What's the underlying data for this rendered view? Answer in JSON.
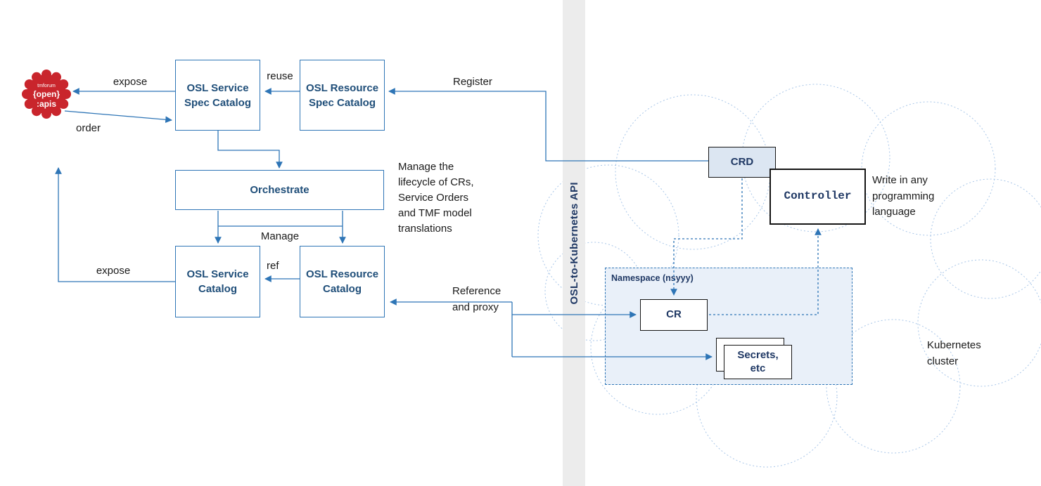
{
  "colors": {
    "accent": "#2e75b6",
    "navy": "#1f3864",
    "box_text": "#1f4e79",
    "badge_red": "#c9252c",
    "bar_bg": "#ececec",
    "namespace_fill": "#e9f0f9",
    "crd_fill": "#dce6f2",
    "cloud_stroke": "#a8c6e8"
  },
  "badge": {
    "top": "tmforum",
    "middle": "{open}",
    "bottom": ":apis"
  },
  "boxes": {
    "service_spec_catalog": "OSL Service\nSpec Catalog",
    "resource_spec_catalog": "OSL Resource\nSpec Catalog",
    "orchestrate": "Orchestrate",
    "service_catalog": "OSL Service\nCatalog",
    "resource_catalog": "OSL Resource\nCatalog",
    "crd": "CRD",
    "controller": "Controller",
    "cr": "CR",
    "secrets": "Secrets,\netc"
  },
  "edge_labels": {
    "expose_top": "expose",
    "order": "order",
    "reuse": "reuse",
    "register": "Register",
    "manage": "Manage",
    "ref": "ref",
    "expose_bottom": "expose",
    "reference_proxy": "Reference\nand proxy"
  },
  "annotations": {
    "lifecycle_note": "Manage the\nlifecycle of CRs,\nService Orders\nand TMF model\ntranslations",
    "write_note": "Write in any\nprogramming\nlanguage",
    "cluster_label": "Kubernetes\ncluster",
    "namespace_label": "Namespace (nsyyy)"
  },
  "bar": {
    "label": "OSL-to-Kubernetes API"
  }
}
